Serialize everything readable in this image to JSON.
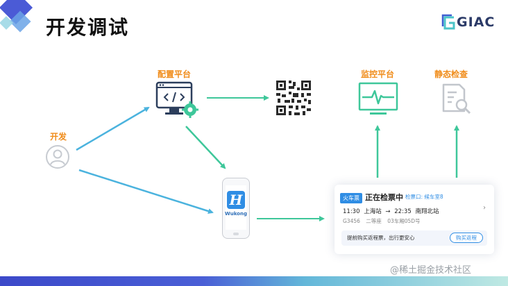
{
  "title": "开发调试",
  "logo": {
    "text": "GIAC"
  },
  "nodes": {
    "dev": {
      "label": "开发",
      "icon": "user-icon"
    },
    "config": {
      "label": "配置平台",
      "icon": "code-settings-icon"
    },
    "qr": {
      "icon": "qr-code-icon"
    },
    "monitor": {
      "label": "监控平台",
      "icon": "monitor-pulse-icon"
    },
    "static": {
      "label": "静态检查",
      "icon": "document-search-icon"
    },
    "app": {
      "name": "Wukong",
      "logo_letter": "H",
      "icon": "phone-icon"
    }
  },
  "ticket": {
    "tag": "火车票",
    "status": "正在检票中",
    "gate": "检票口: 候车室8",
    "depart_time": "11:30",
    "depart_station": "上海站",
    "arrive_time": "22:35",
    "arrive_station": "南翔北站",
    "train_no": "G3456",
    "seat_class": "二等座",
    "seat": "03车厢05D号",
    "tip": "提前购买返程票，出行更安心",
    "button": "购买返程"
  },
  "colors": {
    "accent_orange": "#f08c1a",
    "arrow_blue": "#4bb3de",
    "arrow_green": "#3ec79a",
    "brand_blue": "#2f8de4"
  },
  "watermark": "@稀土掘金技术社区"
}
